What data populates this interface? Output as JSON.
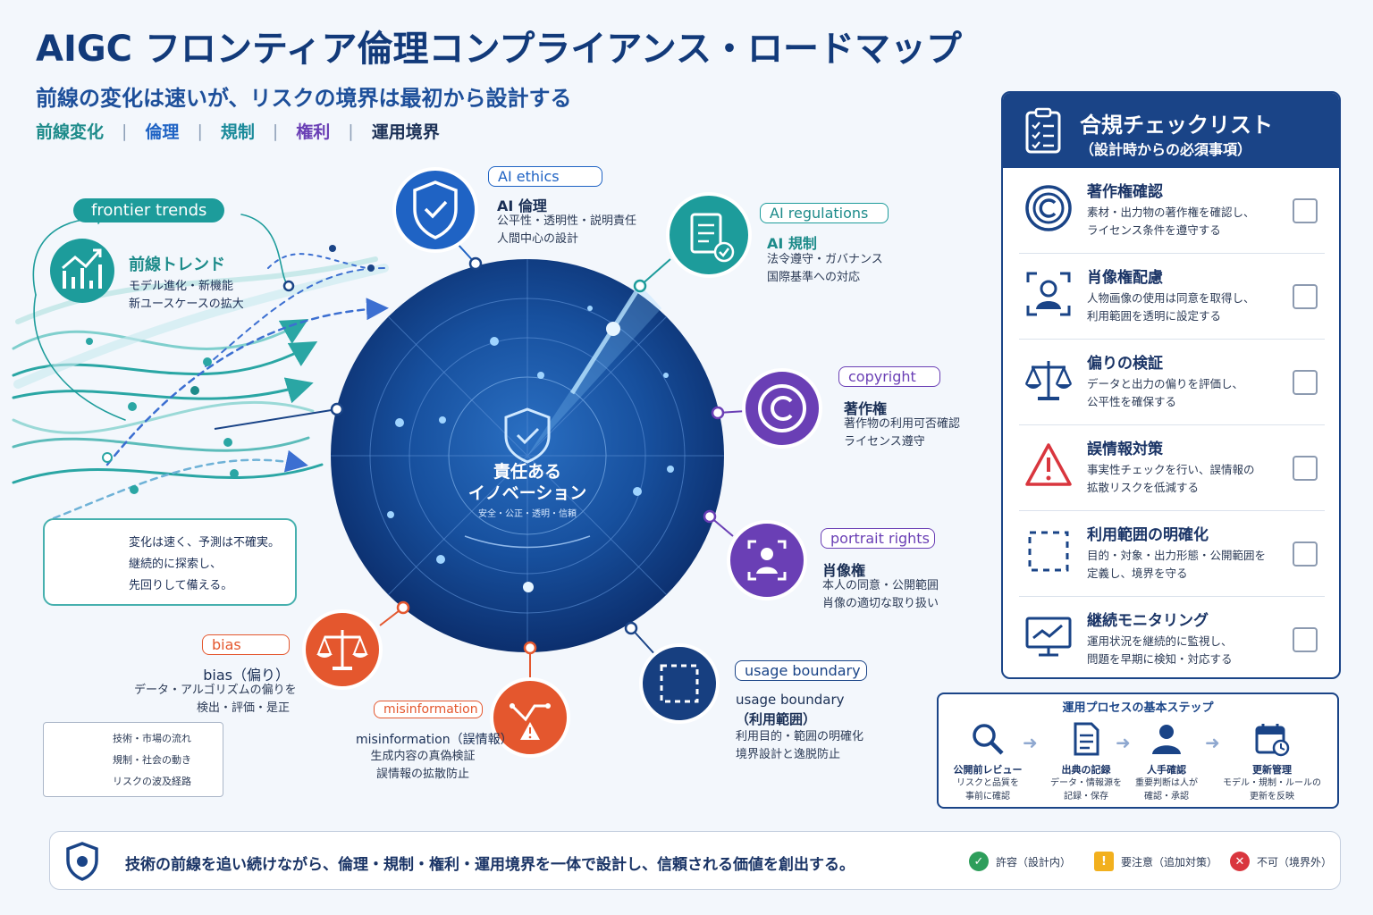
{
  "header": {
    "title": "AIGC フロンティア倫理コンプライアンス・ロードマップ",
    "subtitle": "前線の変化は速いが、リスクの境界は最初から設計する",
    "tags": [
      {
        "label": "前線変化",
        "color": "#1d8b8a"
      },
      {
        "label": "倫理",
        "color": "#1f63c4"
      },
      {
        "label": "規制",
        "color": "#1a8a9a"
      },
      {
        "label": "権利",
        "color": "#6a3fb5"
      },
      {
        "label": "運用境界",
        "color": "#1a2f55"
      }
    ]
  },
  "trends": {
    "pill": "frontier trends",
    "title": "前線トレンド",
    "desc_1": "モデル進化・新機能",
    "desc_2": "新ユースケースの拡大"
  },
  "gauge": {
    "line_1": "変化は速く、予測は不確実。",
    "line_2": "継続的に探索し、",
    "line_3": "先回りして備える。"
  },
  "legend": {
    "tech": "技術・市場の流れ",
    "social": "規制・社会の動き",
    "risk": "リスクの波及経路"
  },
  "center": {
    "title_1": "責任ある",
    "title_2": "イノベーション",
    "sub": "安全・公正・透明・信頼"
  },
  "nodes": {
    "ethics": {
      "pill": "AI ethics",
      "title": "AI 倫理",
      "desc_1": "公平性・透明性・説明責任",
      "desc_2": "人間中心の設計"
    },
    "regulations": {
      "pill": "AI regulations",
      "title": "AI 規制",
      "desc_1": "法令遵守・ガバナンス",
      "desc_2": "国際基準への対応"
    },
    "copyright": {
      "pill": "copyright",
      "title": "著作権",
      "desc_1": "著作物の利用可否確認",
      "desc_2": "ライセンス遵守"
    },
    "portrait": {
      "pill": "portrait rights",
      "title": "肖像権",
      "desc_1": "本人の同意・公開範囲",
      "desc_2": "肖像の適切な取り扱い"
    },
    "usage": {
      "pill": "usage boundary",
      "title_1": "usage boundary",
      "title_2": "（利用範囲）",
      "desc_1": "利用目的・範囲の明確化",
      "desc_2": "境界設計と逸脱防止"
    },
    "misinfo": {
      "pill": "misinformation",
      "title": "misinformation（誤情報）",
      "desc_1": "生成内容の真偽検証",
      "desc_2": "誤情報の拡散防止"
    },
    "bias": {
      "pill": "bias",
      "title": "bias（偏り）",
      "desc_1": "データ・アルゴリズムの偏りを",
      "desc_2": "検出・評価・是正"
    }
  },
  "checklist": {
    "title": "合規チェックリスト",
    "subtitle": "（設計時からの必須事項）",
    "items": [
      {
        "icon": "copyright-icon",
        "title": "著作権確認",
        "desc_1": "素材・出力物の著作権を確認し、",
        "desc_2": "ライセンス条件を遵守する"
      },
      {
        "icon": "portrait-icon",
        "title": "肖像権配慮",
        "desc_1": "人物画像の使用は同意を取得し、",
        "desc_2": "利用範囲を透明に設定する"
      },
      {
        "icon": "scale-icon",
        "title": "偏りの検証",
        "desc_1": "データと出力の偏りを評価し、",
        "desc_2": "公平性を確保する"
      },
      {
        "icon": "warning-icon",
        "title": "誤情報対策",
        "desc_1": "事実性チェックを行い、誤情報の",
        "desc_2": "拡散リスクを低減する"
      },
      {
        "icon": "boundary-icon",
        "title": "利用範囲の明確化",
        "desc_1": "目的・対象・出力形態・公開範囲を",
        "desc_2": "定義し、境界を守る"
      },
      {
        "icon": "monitor-icon",
        "title": "継続モニタリング",
        "desc_1": "運用状況を継続的に監視し、",
        "desc_2": "問題を早期に検知・対応する"
      }
    ]
  },
  "process": {
    "title": "運用プロセスの基本ステップ",
    "steps": [
      {
        "icon": "search-icon",
        "title": "公開前レビュー",
        "desc_1": "リスクと品質を",
        "desc_2": "事前に確認"
      },
      {
        "icon": "document-icon",
        "title": "出典の記録",
        "desc_1": "データ・情報源を",
        "desc_2": "記録・保存"
      },
      {
        "icon": "person-icon",
        "title": "人手確認",
        "desc_1": "重要判断は人が",
        "desc_2": "確認・承認"
      },
      {
        "icon": "calendar-icon",
        "title": "更新管理",
        "desc_1": "モデル・規制・ルールの",
        "desc_2": "更新を反映"
      }
    ]
  },
  "banner": {
    "text": "技術の前線を追い続けながら、倫理・規制・権利・運用境界を一体で設計し、信頼される価値を創出する。",
    "allowed": "許容（設計内）",
    "caution": "要注意（追加対策）",
    "denied": "不可（境界外）"
  },
  "colors": {
    "navy": "#1a4487",
    "teal": "#1d9c9b",
    "blue": "#1f63c4",
    "purple": "#6a3fb5",
    "orange": "#e4572e",
    "green": "#2e9e5b",
    "yellow": "#f2b01e",
    "red": "#d9363e"
  }
}
